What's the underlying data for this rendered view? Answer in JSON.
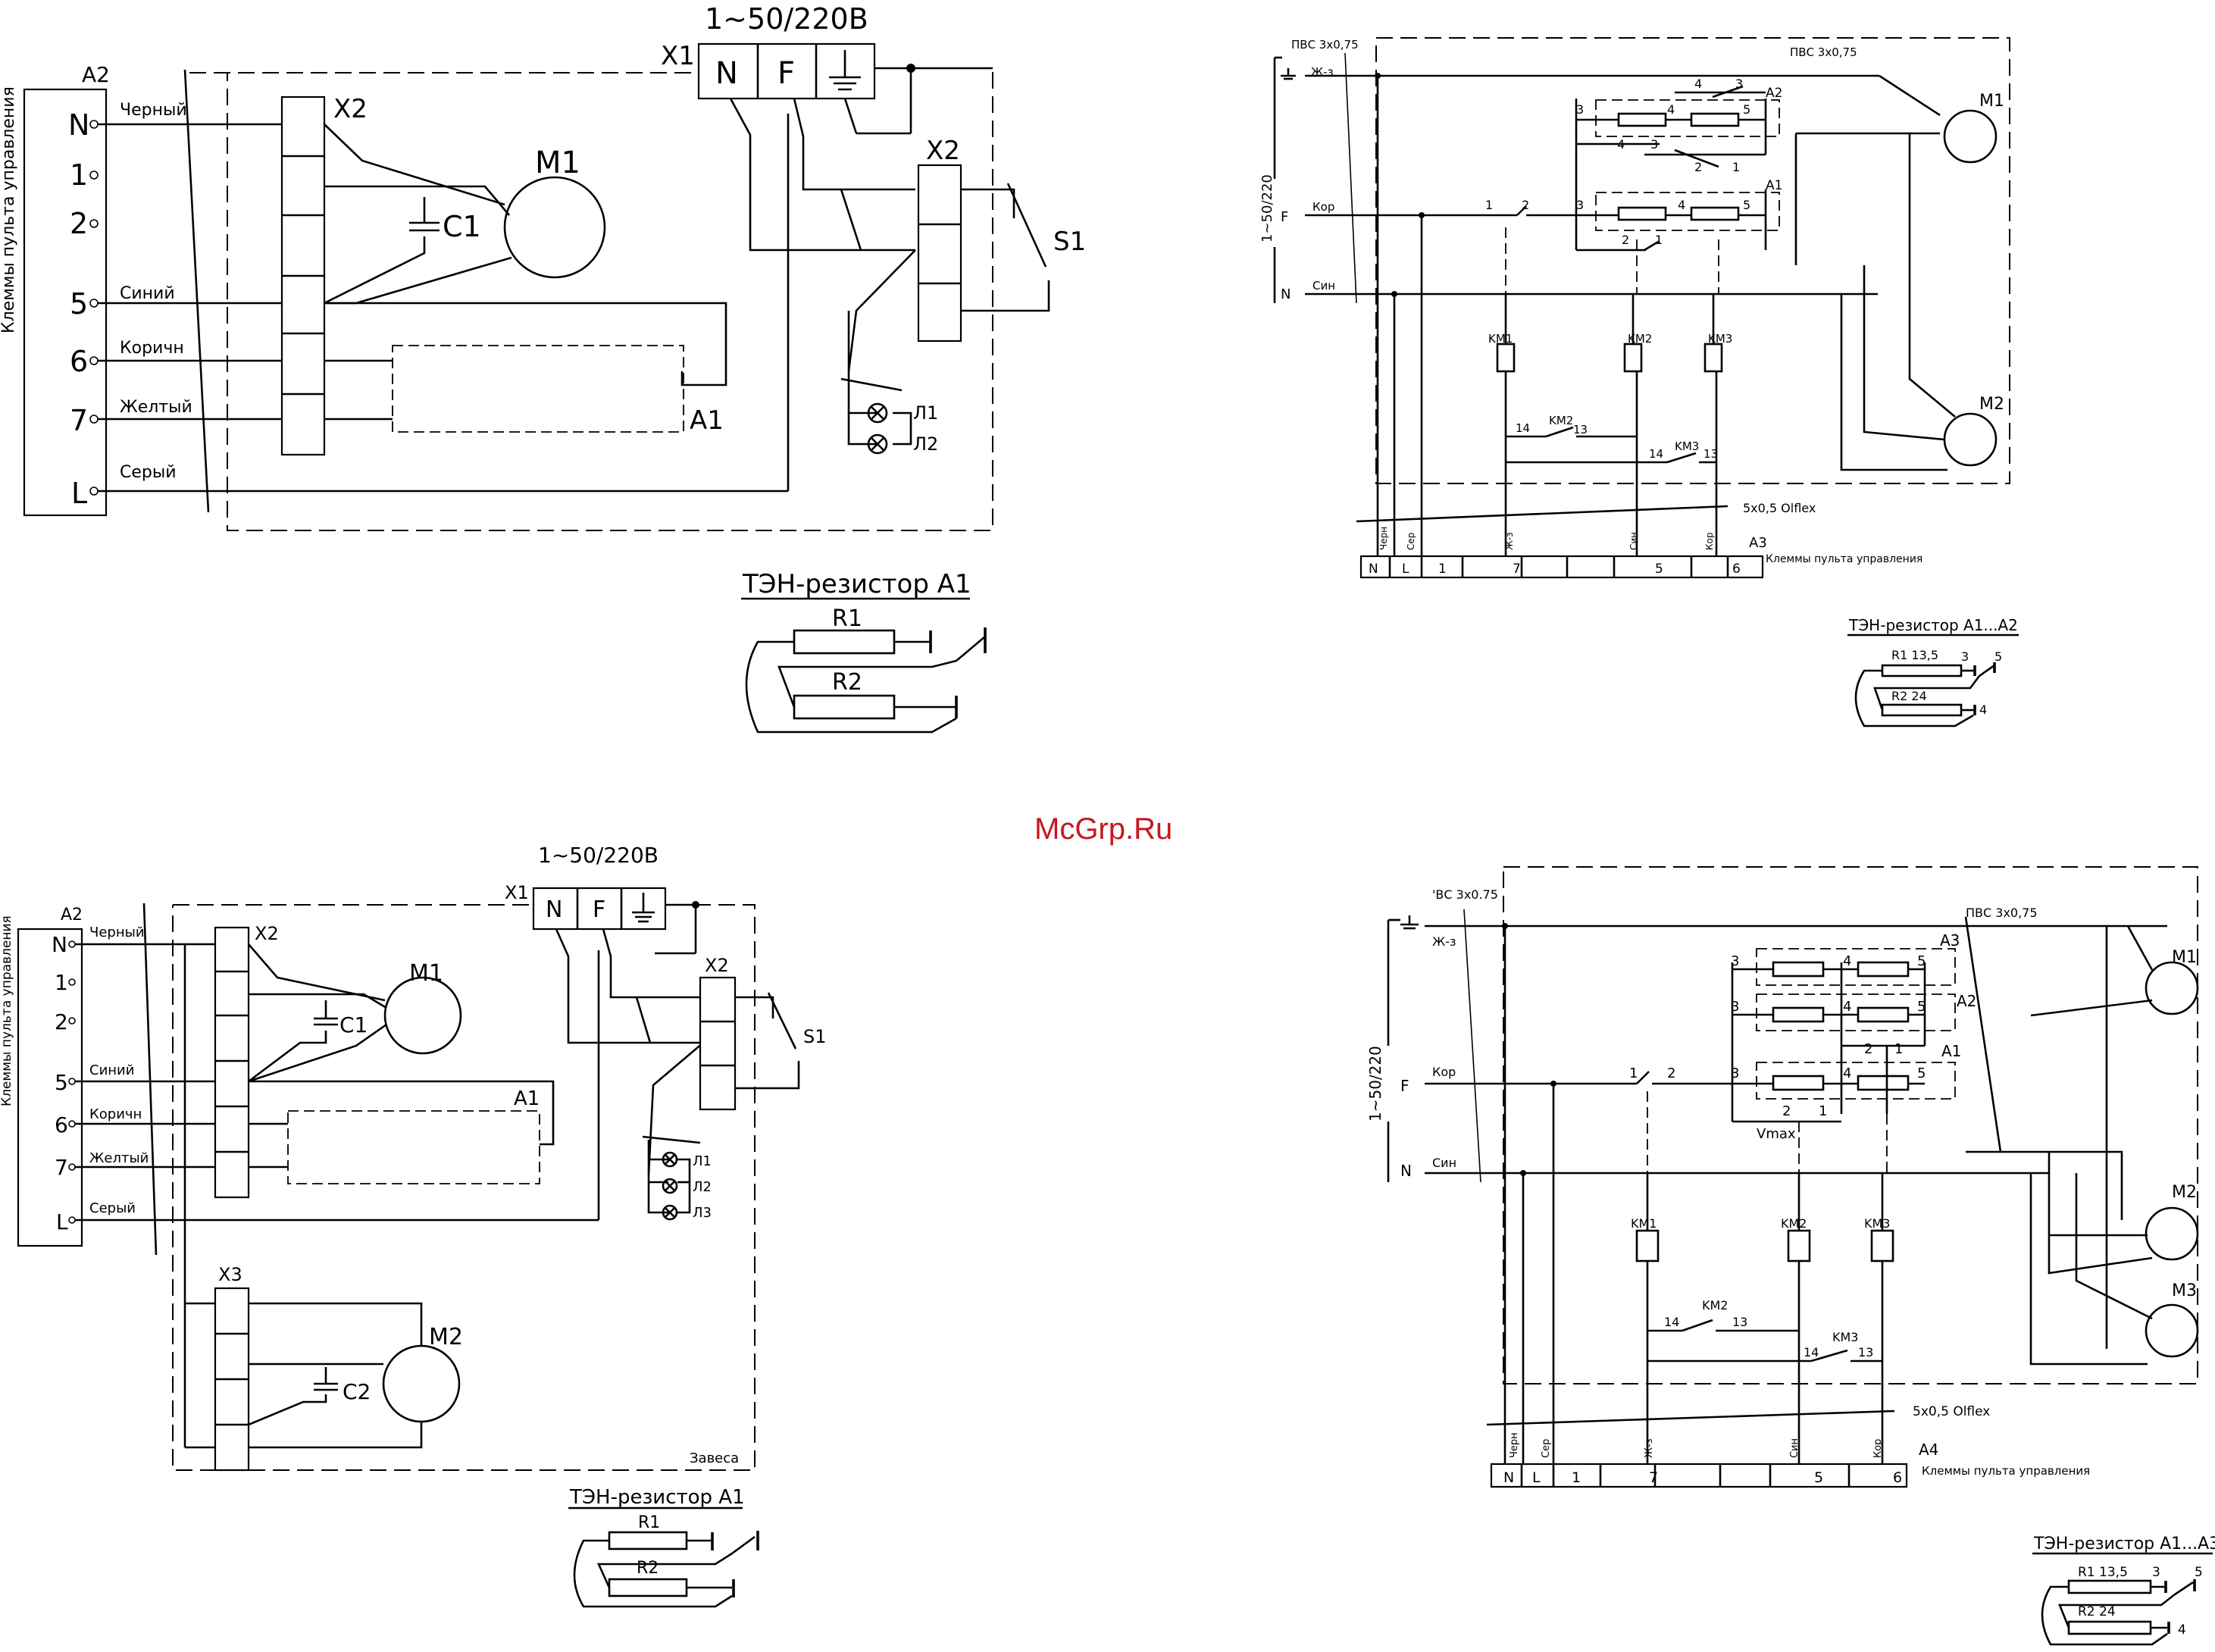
{
  "watermark": "McGrp.Ru",
  "d1": {
    "supply": "1~50/220В",
    "x1": "X1",
    "n": "N",
    "f": "F",
    "panel": "A2",
    "panel_title": "Клеммы пульта управления",
    "terms": [
      "N",
      "1",
      "2",
      "5",
      "6",
      "7",
      "L"
    ],
    "wires": {
      "black": "Черный",
      "blue": "Синий",
      "brown": "Коричн",
      "yellow": "Желтый",
      "grey": "Серый"
    },
    "x2": "X2",
    "m1": "M1",
    "c1": "C1",
    "a1": "A1",
    "s1": "S1",
    "l1": "Л1",
    "l2": "Л2",
    "ten_title": "ТЭН-резистор A1",
    "r1": "R1",
    "r2": "R2"
  },
  "d2": {
    "pvs_in": "ПВС 3х0,75",
    "pvs_out": "ПВС 3х0,75",
    "zh": "Ж-з",
    "kor": "Кор",
    "sin": "Син",
    "supply": "1~50/220",
    "f": "F",
    "n": "N",
    "a1": "A1",
    "a2": "A2",
    "a3": "A3",
    "m1": "M1",
    "m2": "M2",
    "n1": "1",
    "n2": "2",
    "n3": "3",
    "n4": "4",
    "n5": "5",
    "km1": "KM1",
    "km2": "KM2",
    "km3": "KM3",
    "c14": "14",
    "c13": "13",
    "cable": "5х0,5  Olflex",
    "col": [
      "Черн",
      "Сер",
      "Ж-з",
      "Син",
      "Кор"
    ],
    "strip": [
      "N",
      "L",
      "1",
      "7",
      "5",
      "6"
    ],
    "panel": "Клеммы пульта управления",
    "ten_title": "ТЭН-резистор A1...A2",
    "r1": "R1 13,5",
    "r2": "R2  24"
  },
  "d3": {
    "supply": "1~50/220В",
    "x1": "X1",
    "n": "N",
    "f": "F",
    "panel": "A2",
    "panel_title": "Клеммы пульта управления",
    "terms": [
      "N",
      "1",
      "2",
      "5",
      "6",
      "7",
      "L"
    ],
    "wires": {
      "black": "Черный",
      "blue": "Синий",
      "brown": "Коричн",
      "yellow": "Желтый",
      "grey": "Серый"
    },
    "x2": "X2",
    "x3": "X3",
    "m1": "M1",
    "m2": "M2",
    "c1": "C1",
    "c2": "C2",
    "a1": "A1",
    "s1": "S1",
    "l1": "Л1",
    "l2": "Л2",
    "l3": "Л3",
    "zavesa": "Завеса",
    "ten_title": "ТЭН-резистор A1",
    "r1": "R1",
    "r2": "R2"
  },
  "d4": {
    "pvs_in": "'ВС 3х0.75",
    "pvs_out": "ПВС 3х0,75",
    "zh": "Ж-з",
    "kor": "Кор",
    "sin": "Син",
    "supply": "1~50/220",
    "f": "F",
    "n": "N",
    "a1": "A1",
    "a2": "A2",
    "a3": "A3",
    "a4": "A4",
    "m1": "M1",
    "m2": "M2",
    "m3": "M3",
    "n1": "1",
    "n2": "2",
    "n3": "3",
    "n4": "4",
    "n5": "5",
    "vmax": "Vmax",
    "km1": "KM1",
    "km2": "KM2",
    "km3": "KM3",
    "c14": "14",
    "c13": "13",
    "cable": "5х0,5  Olflex",
    "col": [
      "Черн",
      "Сер",
      "Ж-з",
      "Син",
      "Кор"
    ],
    "strip": [
      "N",
      "L",
      "1",
      "7",
      "5",
      "6"
    ],
    "panel": "Клеммы пульта управления",
    "ten_title": "ТЭН-резистор A1...A3",
    "r1": "R1 13,5",
    "r2": "R2  24"
  }
}
